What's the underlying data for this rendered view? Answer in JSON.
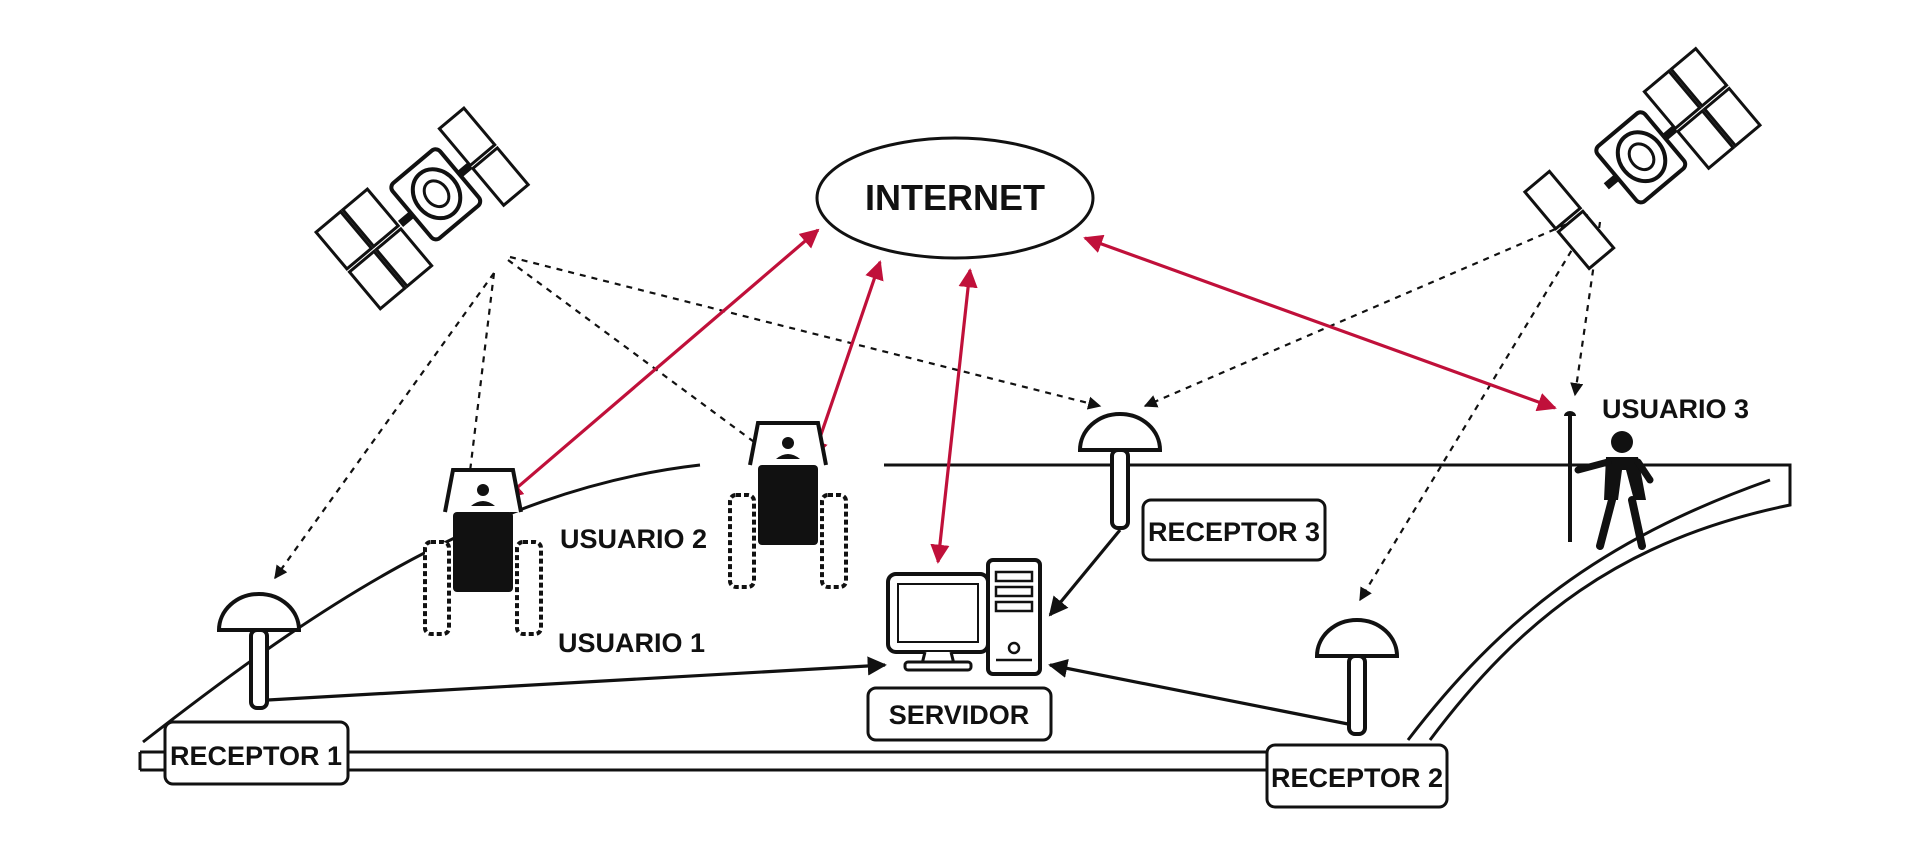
{
  "labels": {
    "internet": "INTERNET",
    "servidor": "SERVIDOR",
    "receptor1": "RECEPTOR 1",
    "receptor2": "RECEPTOR 2",
    "receptor3": "RECEPTOR 3",
    "usuario1": "USUARIO 1",
    "usuario2": "USUARIO 2",
    "usuario3": "USUARIO 3"
  },
  "icons": [
    "satellite-icon",
    "tractor-icon",
    "antenna-dome-icon",
    "computer-icon",
    "person-icon",
    "gnss-rover-pole-icon"
  ],
  "colors": {
    "internet_link": "#c0103a",
    "signal": "#111111",
    "background": "#ffffff"
  }
}
